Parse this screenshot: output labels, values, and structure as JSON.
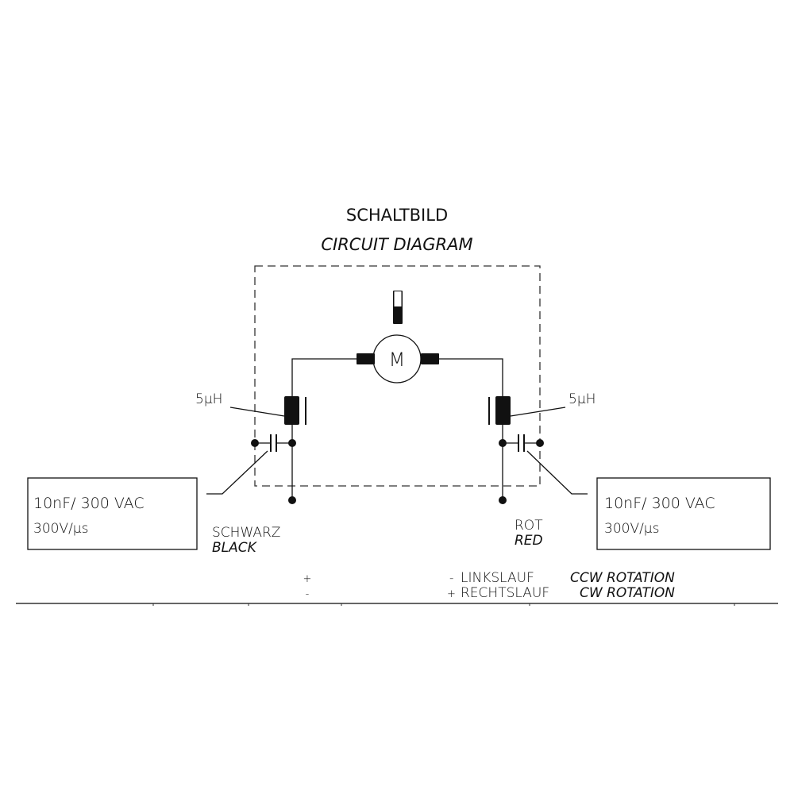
{
  "title": "SCHALTBILD",
  "subtitle": "CIRCUIT DIAGRAM",
  "motor_label": "M",
  "inductor_left": "5µH",
  "inductor_right": "5µH",
  "capacitor_left": {
    "line1": "10nF/ 300 VAC",
    "line2": "300V/µs"
  },
  "capacitor_right": {
    "line1": "10nF/ 300 VAC",
    "line2": "300V/µs"
  },
  "wire_left": {
    "de": "SCHWARZ",
    "en": "BLACK"
  },
  "wire_right": {
    "de": "ROT",
    "en": "RED"
  },
  "polarity": {
    "row1_left": "+",
    "row1_right": "-",
    "row1_de": "LINKSLAUF",
    "row1_en": "CCW ROTATION",
    "row2_left": "-",
    "row2_right": "+",
    "row2_de": "RECHTSLAUF",
    "row2_en": "CW ROTATION"
  }
}
